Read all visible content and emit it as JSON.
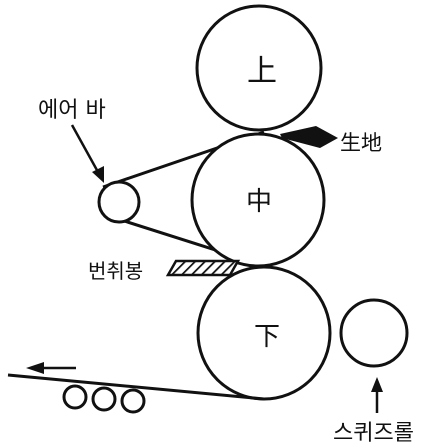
{
  "rolls": {
    "top": "上",
    "middle": "中",
    "bottom": "下"
  },
  "labels": {
    "air_bar": "에어 바",
    "material": "生地",
    "separator": "번취봉",
    "scraper_roll": "스퀴즈롤"
  }
}
